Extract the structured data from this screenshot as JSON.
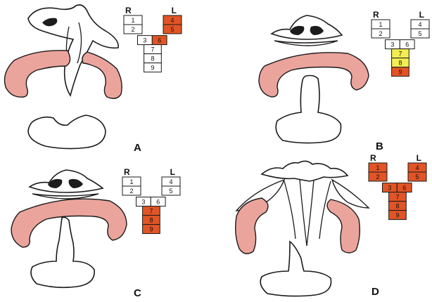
{
  "colors": {
    "outline": "#1a1a1a",
    "palate": "#eba49c",
    "nostril": "#1c1c1c",
    "affected_red": "#e25425",
    "affected_yellow": "#f2ee52",
    "unaffected": "#ffffff"
  },
  "panels": [
    {
      "label": "A",
      "side_left": "R",
      "side_right": "L",
      "fills": [
        "unaffected",
        "unaffected",
        "unaffected",
        "affected_red",
        "affected_red",
        "affected_red",
        "unaffected",
        "unaffected",
        "unaffected"
      ]
    },
    {
      "label": "B",
      "side_left": "R",
      "side_right": "L",
      "fills": [
        "unaffected",
        "unaffected",
        "unaffected",
        "unaffected",
        "unaffected",
        "unaffected",
        "affected_yellow",
        "affected_yellow",
        "affected_red"
      ]
    },
    {
      "label": "C",
      "side_left": "R",
      "side_right": "L",
      "fills": [
        "unaffected",
        "unaffected",
        "unaffected",
        "unaffected",
        "unaffected",
        "unaffected",
        "affected_red",
        "affected_red",
        "affected_red"
      ]
    },
    {
      "label": "D",
      "side_left": "R",
      "side_right": "L",
      "fills": [
        "affected_red",
        "affected_red",
        "affected_red",
        "affected_red",
        "affected_red",
        "affected_red",
        "affected_red",
        "affected_red",
        "affected_red"
      ]
    }
  ],
  "cell_numbers": [
    "1",
    "2",
    "3",
    "4",
    "5",
    "6",
    "7",
    "8",
    "9"
  ]
}
